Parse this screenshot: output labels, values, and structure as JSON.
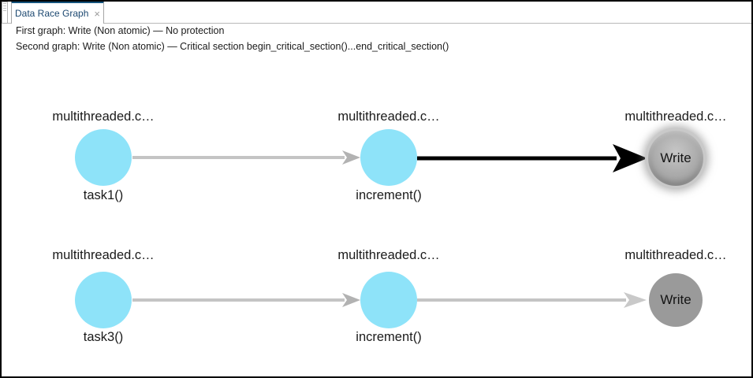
{
  "tab": {
    "label": "Data Race Graph",
    "close_icon": "×"
  },
  "header": {
    "line1": "First graph: Write (Non atomic) — No protection",
    "line2": "Second graph: Write (Non atomic) — Critical section begin_critical_section()...end_critical_section()"
  },
  "graphs": [
    {
      "nodes": [
        {
          "file": "multithreaded.c…",
          "func": "task1()"
        },
        {
          "file": "multithreaded.c…",
          "func": "increment()"
        },
        {
          "file": "multithreaded.c…",
          "access": "Write",
          "selected": true
        }
      ]
    },
    {
      "nodes": [
        {
          "file": "multithreaded.c…",
          "func": "task3()"
        },
        {
          "file": "multithreaded.c…",
          "func": "increment()"
        },
        {
          "file": "multithreaded.c…",
          "access": "Write",
          "selected": false
        }
      ]
    }
  ],
  "colors": {
    "tab_accent": "#15537D",
    "node_cyan": "#8EE3F9",
    "node_gray": "#9A9A9A",
    "edge_gray": "#C4C4C4",
    "edge_black": "#000000"
  }
}
